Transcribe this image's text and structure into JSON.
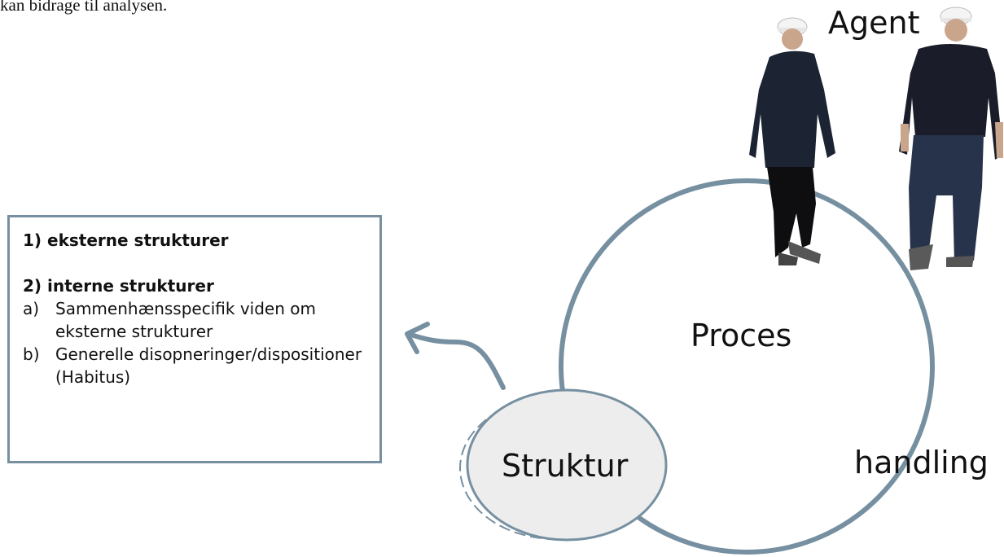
{
  "top_text": "kan bidrage til analysen.",
  "box": {
    "heading1": "1) eksterne strukturer",
    "heading2": "2) interne strukturer",
    "items": [
      {
        "letter": "a)",
        "text": "Sammenhænsspecifik viden om eksterne strukturer"
      },
      {
        "letter": "b)",
        "text": "Generelle disopneringer/dispositioner (Habitus)"
      }
    ]
  },
  "labels": {
    "agent": "Agent",
    "proces": "Proces",
    "struktur": "Struktur",
    "handling": "handling"
  },
  "colors": {
    "line": "#7690a1",
    "ellipse_fill": "#ededed",
    "text": "#111111"
  },
  "icons": [
    "worker-left-icon",
    "worker-right-icon",
    "curved-arrow-icon"
  ]
}
